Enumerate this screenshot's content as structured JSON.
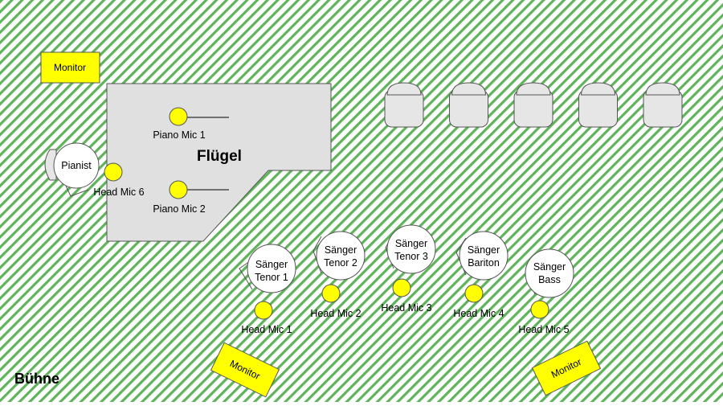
{
  "stage_label": "Bühne",
  "piano": {
    "label": "Flügel"
  },
  "pianist": {
    "label": "Pianist"
  },
  "monitors": [
    {
      "id": "monitor-top-left",
      "label": "Monitor"
    },
    {
      "id": "monitor-bottom-left",
      "label": "Monitor"
    },
    {
      "id": "monitor-bottom-right",
      "label": "Monitor"
    }
  ],
  "singers": [
    {
      "id": "tenor-1",
      "line1": "Sänger",
      "line2": "Tenor 1"
    },
    {
      "id": "tenor-2",
      "line1": "Sänger",
      "line2": "Tenor 2"
    },
    {
      "id": "tenor-3",
      "line1": "Sänger",
      "line2": "Tenor 3"
    },
    {
      "id": "bariton",
      "line1": "Sänger",
      "line2": "Bariton"
    },
    {
      "id": "bass",
      "line1": "Sänger",
      "line2": "Bass"
    }
  ],
  "mics": {
    "piano_mic_1": "Piano Mic 1",
    "piano_mic_2": "Piano Mic 2",
    "head_mic_1": "Head Mic 1",
    "head_mic_2": "Head Mic 2",
    "head_mic_3": "Head Mic 3",
    "head_mic_4": "Head Mic 4",
    "head_mic_5": "Head Mic 5",
    "head_mic_6": "Head Mic 6"
  },
  "chairs_count": 5,
  "colors": {
    "stripe": "#5fb35a",
    "monitor": "#ffff00",
    "mic": "#ffff00",
    "piano": "#e0e0e0",
    "chair": "#e6e6e6"
  }
}
